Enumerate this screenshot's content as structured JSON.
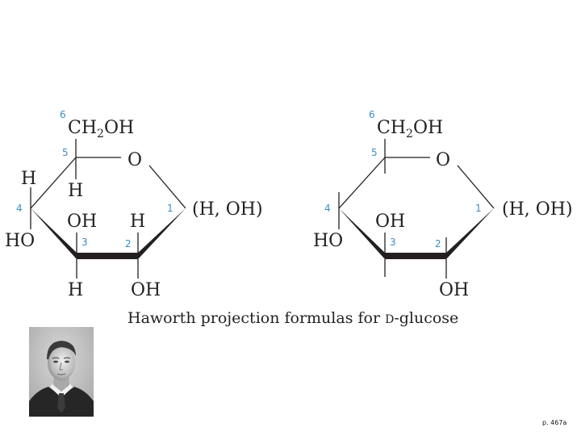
{
  "left_structure": {
    "c6_group": "CH2OH",
    "ring_oxygen": "O",
    "anomeric_label": "(H, OH)",
    "c5_h": "H",
    "c4_h": "H",
    "c4_oh": "HO",
    "c3_oh": "OH",
    "c3_h": "H",
    "c2_h": "H",
    "c2_oh": "OH",
    "numbers": [
      "1",
      "2",
      "3",
      "4",
      "5",
      "6"
    ]
  },
  "right_structure": {
    "c6_group": "CH2OH",
    "ring_oxygen": "O",
    "anomeric_label": "(H, OH)",
    "c4_oh": "HO",
    "c3_oh": "OH",
    "c2_oh": "OH",
    "numbers": [
      "1",
      "2",
      "3",
      "4",
      "5",
      "6"
    ]
  },
  "caption": {
    "prefix": "Haworth projection formulas for ",
    "d_letter": "D",
    "suffix": "-glucose"
  },
  "page_ref": "p. 467a"
}
